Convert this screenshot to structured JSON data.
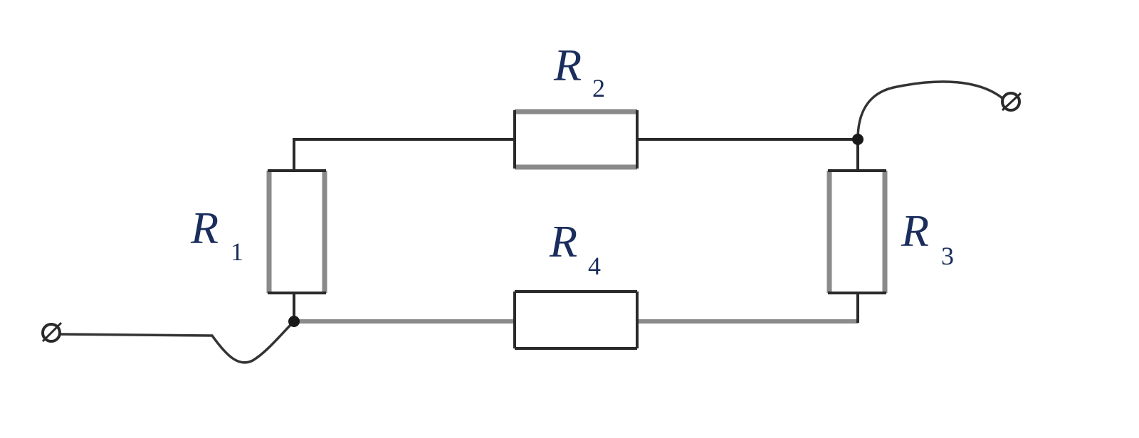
{
  "diagram": {
    "resistors": [
      {
        "id": "r1",
        "symbol": "R",
        "subscript": "1"
      },
      {
        "id": "r2",
        "symbol": "R",
        "subscript": "2"
      },
      {
        "id": "r3",
        "symbol": "R",
        "subscript": "3"
      },
      {
        "id": "r4",
        "symbol": "R",
        "subscript": "4"
      }
    ],
    "colors": {
      "wire": "#2a2a2a",
      "wire_light": "#8a8a8a",
      "label": "#1a2d5c"
    }
  }
}
